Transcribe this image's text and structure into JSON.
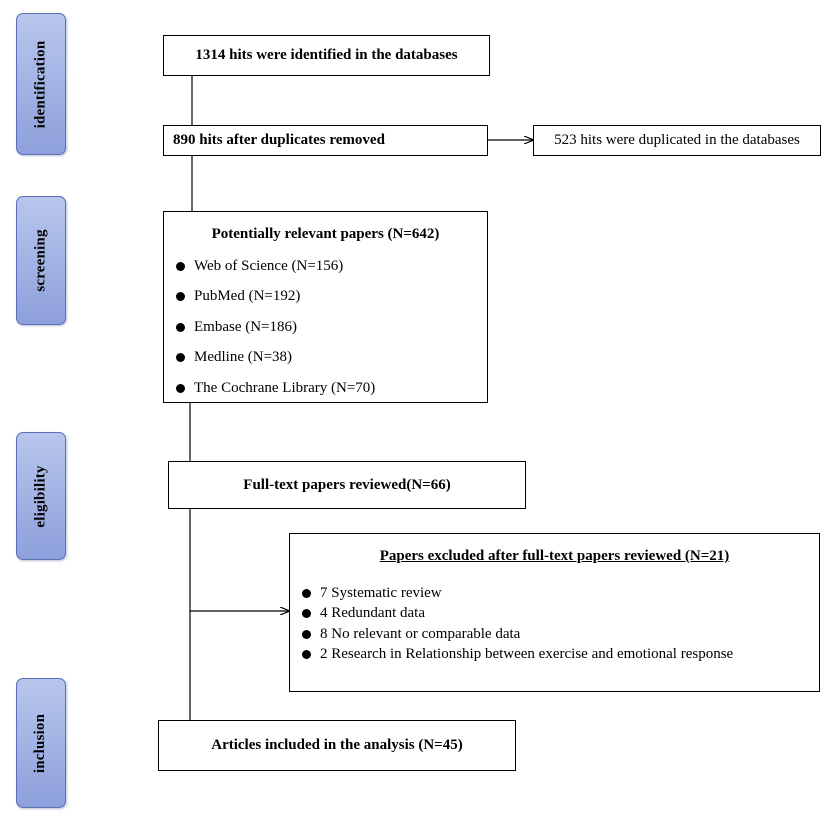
{
  "stages": [
    {
      "id": "identification",
      "label": "identification"
    },
    {
      "id": "screening",
      "label": "screening"
    },
    {
      "id": "eligibility",
      "label": "eligibility"
    },
    {
      "id": "inclusion",
      "label": "inclusion"
    }
  ],
  "boxes": {
    "identified": "1314 hits were identified in the databases",
    "after_duplicates": "890 hits after duplicates removed",
    "duplicated": "523 hits were duplicated in the databases",
    "relevant": {
      "title": "Potentially relevant papers (N=642)",
      "items": [
        "Web of Science (N=156)",
        "PubMed (N=192)",
        "Embase (N=186)",
        "Medline (N=38)",
        "The Cochrane Library (N=70)"
      ]
    },
    "fulltext": "Full-text papers reviewed(N=66)",
    "excluded": {
      "title": "Papers excluded after full-text papers reviewed (N=21)",
      "items": [
        "7 Systematic review",
        "4 Redundant data",
        "8 No relevant or comparable data",
        "2 Research in Relationship between exercise and emotional response"
      ]
    },
    "included": "Articles included in the analysis (N=45)"
  }
}
